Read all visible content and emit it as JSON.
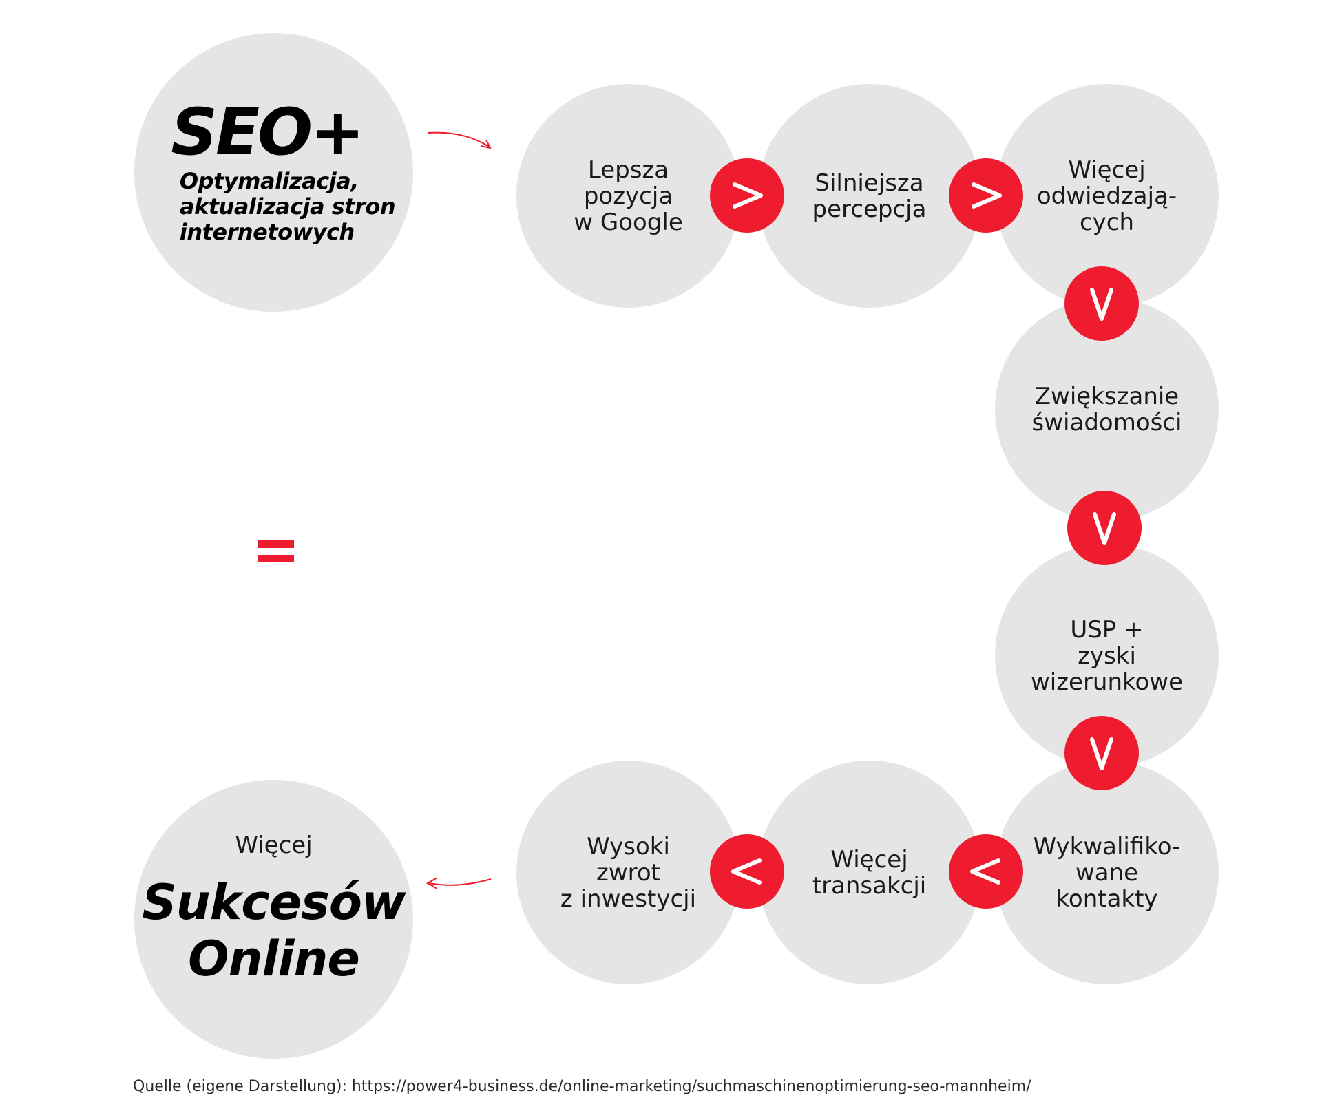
{
  "colors": {
    "accent": "#ee1c2e",
    "circle_bg": "#e6e5e5"
  },
  "seo": {
    "title": "SEO+",
    "subtitle": "Optymalizacja,\naktualizacja stron\ninternetowych"
  },
  "steps": [
    {
      "label": "Lepsza\npozycja\nw Google"
    },
    {
      "label": "Silniejsza\npercepcja"
    },
    {
      "label": "Więcej\nodwiedzają-\ncych"
    },
    {
      "label": "Zwiększanie\nświadomości"
    },
    {
      "label": "USP +\nzyski\nwizerunkowe"
    },
    {
      "label": "Wykwalifiko-\nwane\nkontakty"
    },
    {
      "label": "Więcej\ntransakcji"
    },
    {
      "label": "Wysoki\nzwrot\nz inwestycji"
    }
  ],
  "badges": [
    {
      "direction": "right",
      "icon": "chevron-right-icon"
    },
    {
      "direction": "right",
      "icon": "chevron-right-icon"
    },
    {
      "direction": "down",
      "icon": "chevron-down-icon"
    },
    {
      "direction": "down",
      "icon": "chevron-down-icon"
    },
    {
      "direction": "down",
      "icon": "chevron-down-icon"
    },
    {
      "direction": "left",
      "icon": "chevron-left-icon"
    },
    {
      "direction": "left",
      "icon": "chevron-left-icon"
    }
  ],
  "result": {
    "top": "Więcej",
    "main": "Sukcesów\nOnline"
  },
  "source": "Quelle (eigene Darstellung): https://power4-business.de/online-marketing/suchmaschinenoptimierung-seo-mannheim/"
}
